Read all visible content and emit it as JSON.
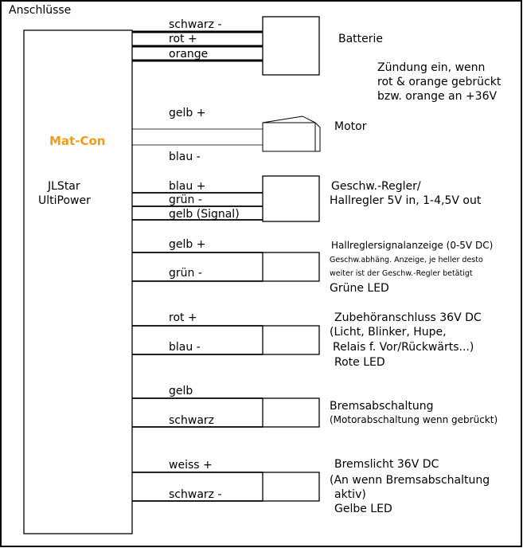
{
  "title": "Anschlüsse",
  "controller": {
    "brand": "Mat-Con",
    "brand_color": "#f39c12",
    "model_line1": "JLStar",
    "model_line2": "UltiPower"
  },
  "groups": {
    "battery": {
      "wires": [
        "schwarz -",
        "rot +",
        "orange"
      ],
      "component": "Batterie",
      "notes": [
        "Zündung ein, wenn",
        "rot & orange gebrückt",
        "bzw. orange an +36V"
      ]
    },
    "motor": {
      "wires": [
        "gelb +",
        "blau -"
      ],
      "component": "Motor"
    },
    "speed": {
      "wires": [
        "blau +",
        "grün -",
        "gelb (Signal)"
      ],
      "component": [
        "Geschw.-Regler/",
        "Hallregler 5V in, 1-4,5V out"
      ]
    },
    "hall_led": {
      "wires": [
        "gelb +",
        "grün -"
      ],
      "title": "Hallreglersignalanzeige (0-5V DC)",
      "desc": [
        "Geschw.abhäng. Anzeige, je heller desto",
        "weiter ist der Geschw.-Regler betätigt"
      ],
      "led": "Grüne LED"
    },
    "accessory": {
      "wires": [
        "rot +",
        "blau -"
      ],
      "lines": [
        "Zubehöranschluss 36V DC",
        "(Licht, Blinker, Hupe,",
        "Relais f. Vor/Rückwärts...)",
        "Rote LED"
      ]
    },
    "brake_cut": {
      "wires": [
        "gelb",
        "schwarz"
      ],
      "lines": [
        "Bremsabschaltung",
        "(Motorabschaltung wenn gebrückt)"
      ]
    },
    "brake_light": {
      "wires": [
        "weiss +",
        "schwarz -"
      ],
      "lines": [
        "Bremslicht 36V DC",
        "(An wenn Bremsabschaltung",
        "aktiv)",
        "Gelbe LED"
      ]
    }
  }
}
